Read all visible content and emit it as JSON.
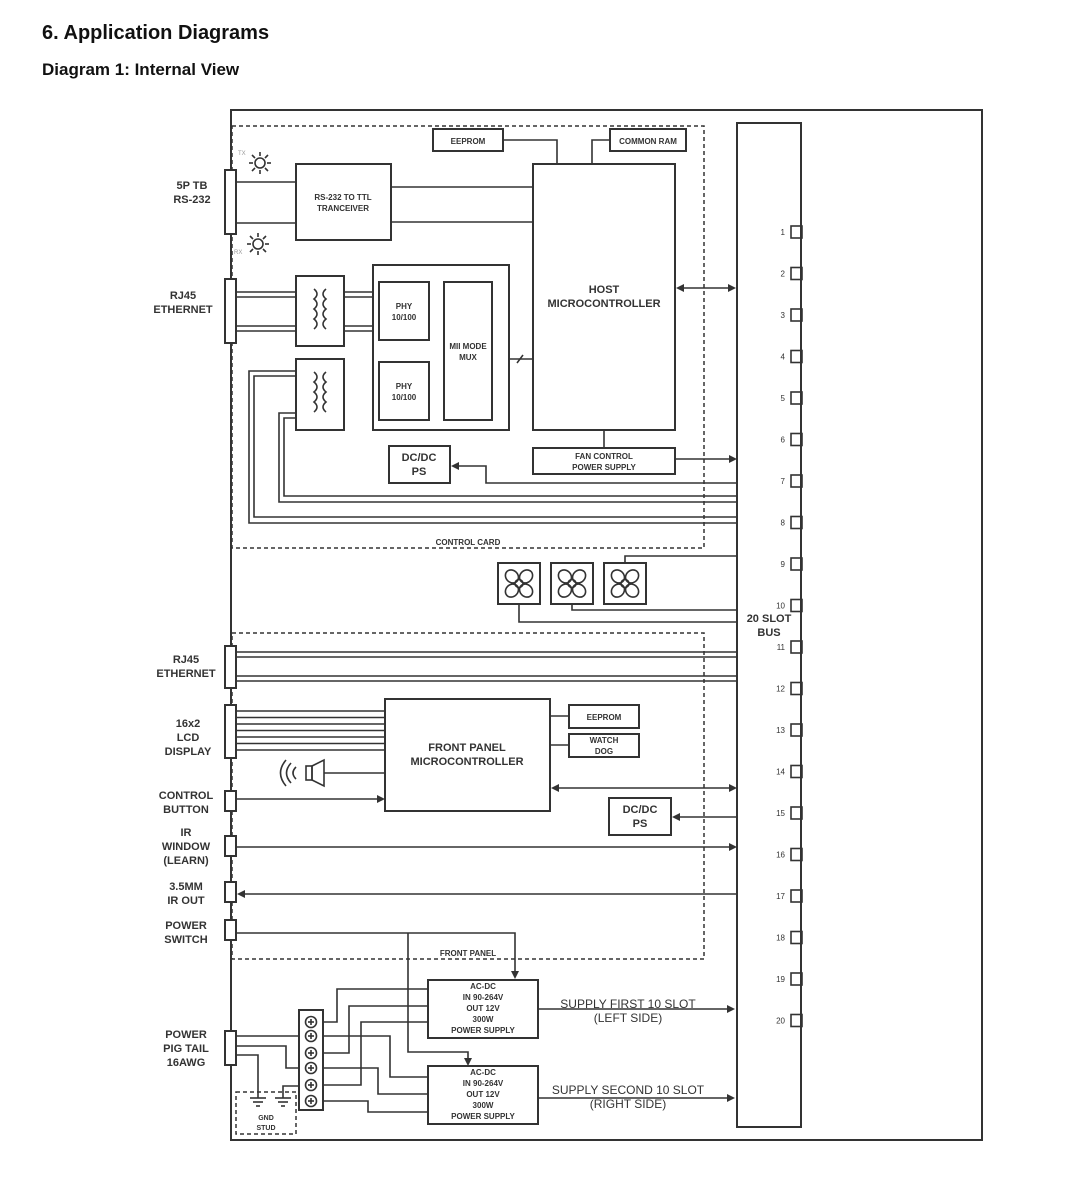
{
  "document": {
    "section_title": "6. Application Diagrams",
    "diagram_title": "Diagram 1: Internal View"
  },
  "diagram": {
    "control_card": {
      "label": "CONTROL CARD",
      "eeprom": "EEPROM",
      "common_ram": "COMMON RAM",
      "rs232_transceiver": [
        "RS-232 TO TTL",
        "TRANCEIVER"
      ],
      "host_mcu": [
        "HOST",
        "MICROCONTROLLER"
      ],
      "phy_1": [
        "PHY",
        "10/100"
      ],
      "phy_2": [
        "PHY",
        "10/100"
      ],
      "mii_mux": [
        "MII MODE",
        "MUX"
      ],
      "dcdc": [
        "DC/DC",
        "PS"
      ],
      "fan_control": [
        "FAN CONTROL",
        "POWER SUPPLY"
      ],
      "tx_led": "TX",
      "rx_led": "RX"
    },
    "connectors_top": [
      {
        "label": [
          "5P TB",
          "RS-232"
        ]
      },
      {
        "label": [
          "RJ45",
          "ETHERNET"
        ]
      }
    ],
    "connectors_bottom": [
      {
        "label": [
          "RJ45",
          "ETHERNET"
        ]
      },
      {
        "label": [
          "16x2",
          "LCD",
          "DISPLAY"
        ]
      },
      {
        "label": [
          "CONTROL",
          "BUTTON"
        ]
      },
      {
        "label": [
          "IR",
          "WINDOW",
          "(LEARN)"
        ]
      },
      {
        "label": [
          "3.5MM",
          "IR OUT"
        ]
      },
      {
        "label": [
          "POWER",
          "SWITCH"
        ]
      },
      {
        "label": [
          "POWER",
          "PIG TAIL",
          "16AWG"
        ]
      }
    ],
    "front_panel": {
      "label": "FRONT PANEL",
      "mcu": [
        "FRONT PANEL",
        "MICROCONTROLLER"
      ],
      "eeprom": "EEPROM",
      "watchdog": [
        "WATCH",
        "DOG"
      ],
      "dcdc": [
        "DC/DC",
        "PS"
      ]
    },
    "power_supplies": [
      {
        "lines": [
          "AC-DC",
          "IN 90-264V",
          "OUT 12V",
          "300W",
          "POWER SUPPLY"
        ],
        "output": [
          "SUPPLY FIRST 10 SLOT",
          "(LEFT SIDE)"
        ]
      },
      {
        "lines": [
          "AC-DC",
          "IN 90-264V",
          "OUT 12V",
          "300W",
          "POWER SUPPLY"
        ],
        "output": [
          "SUPPLY SECOND 10 SLOT",
          "(RIGHT SIDE)"
        ]
      }
    ],
    "gnd_stud": [
      "GND",
      "STUD"
    ],
    "bus": {
      "label": [
        "20 SLOT",
        "BUS"
      ],
      "slots": [
        "1",
        "2",
        "3",
        "4",
        "5",
        "6",
        "7",
        "8",
        "9",
        "10",
        "11",
        "12",
        "13",
        "14",
        "15",
        "16",
        "17",
        "18",
        "19",
        "20"
      ]
    },
    "fans": [
      "fan-1",
      "fan-2",
      "fan-3"
    ]
  }
}
